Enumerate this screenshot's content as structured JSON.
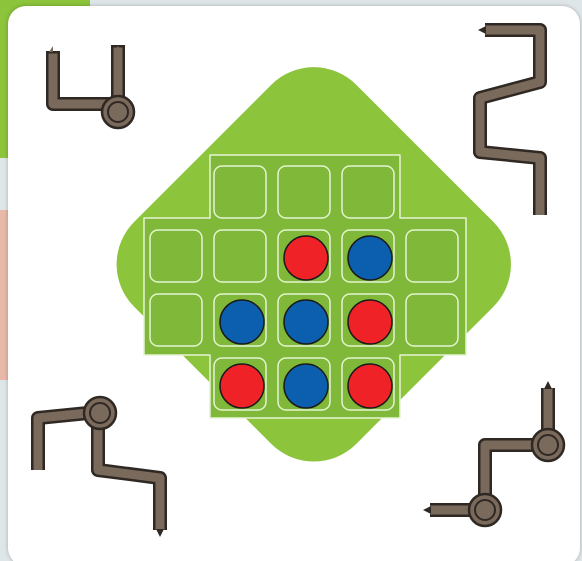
{
  "screen": "game-card",
  "colors": {
    "card": "#ffffff",
    "diamond": "#8cc43c",
    "cell_outline": "#e6f3d3",
    "pipe_fill": "#7a6a5c",
    "pipe_outline": "#2f2823",
    "token_red": "#ee2227",
    "token_blue": "#0c5fae"
  },
  "grid": {
    "rows": 4,
    "cols": 5,
    "active_cells": [
      [
        0,
        1
      ],
      [
        0,
        2
      ],
      [
        0,
        3
      ],
      [
        1,
        0
      ],
      [
        1,
        1
      ],
      [
        1,
        2
      ],
      [
        1,
        3
      ],
      [
        1,
        4
      ],
      [
        2,
        0
      ],
      [
        2,
        1
      ],
      [
        2,
        2
      ],
      [
        2,
        3
      ],
      [
        2,
        4
      ],
      [
        3,
        1
      ],
      [
        3,
        2
      ],
      [
        3,
        3
      ]
    ],
    "tokens": [
      {
        "row": 1,
        "col": 2,
        "color": "red"
      },
      {
        "row": 1,
        "col": 3,
        "color": "blue"
      },
      {
        "row": 2,
        "col": 1,
        "color": "blue"
      },
      {
        "row": 2,
        "col": 2,
        "color": "blue"
      },
      {
        "row": 2,
        "col": 3,
        "color": "red"
      },
      {
        "row": 3,
        "col": 1,
        "color": "red"
      },
      {
        "row": 3,
        "col": 2,
        "color": "blue"
      },
      {
        "row": 3,
        "col": 3,
        "color": "red"
      }
    ]
  },
  "corner_pipes": [
    "top-left",
    "top-right",
    "bottom-left",
    "bottom-right"
  ]
}
